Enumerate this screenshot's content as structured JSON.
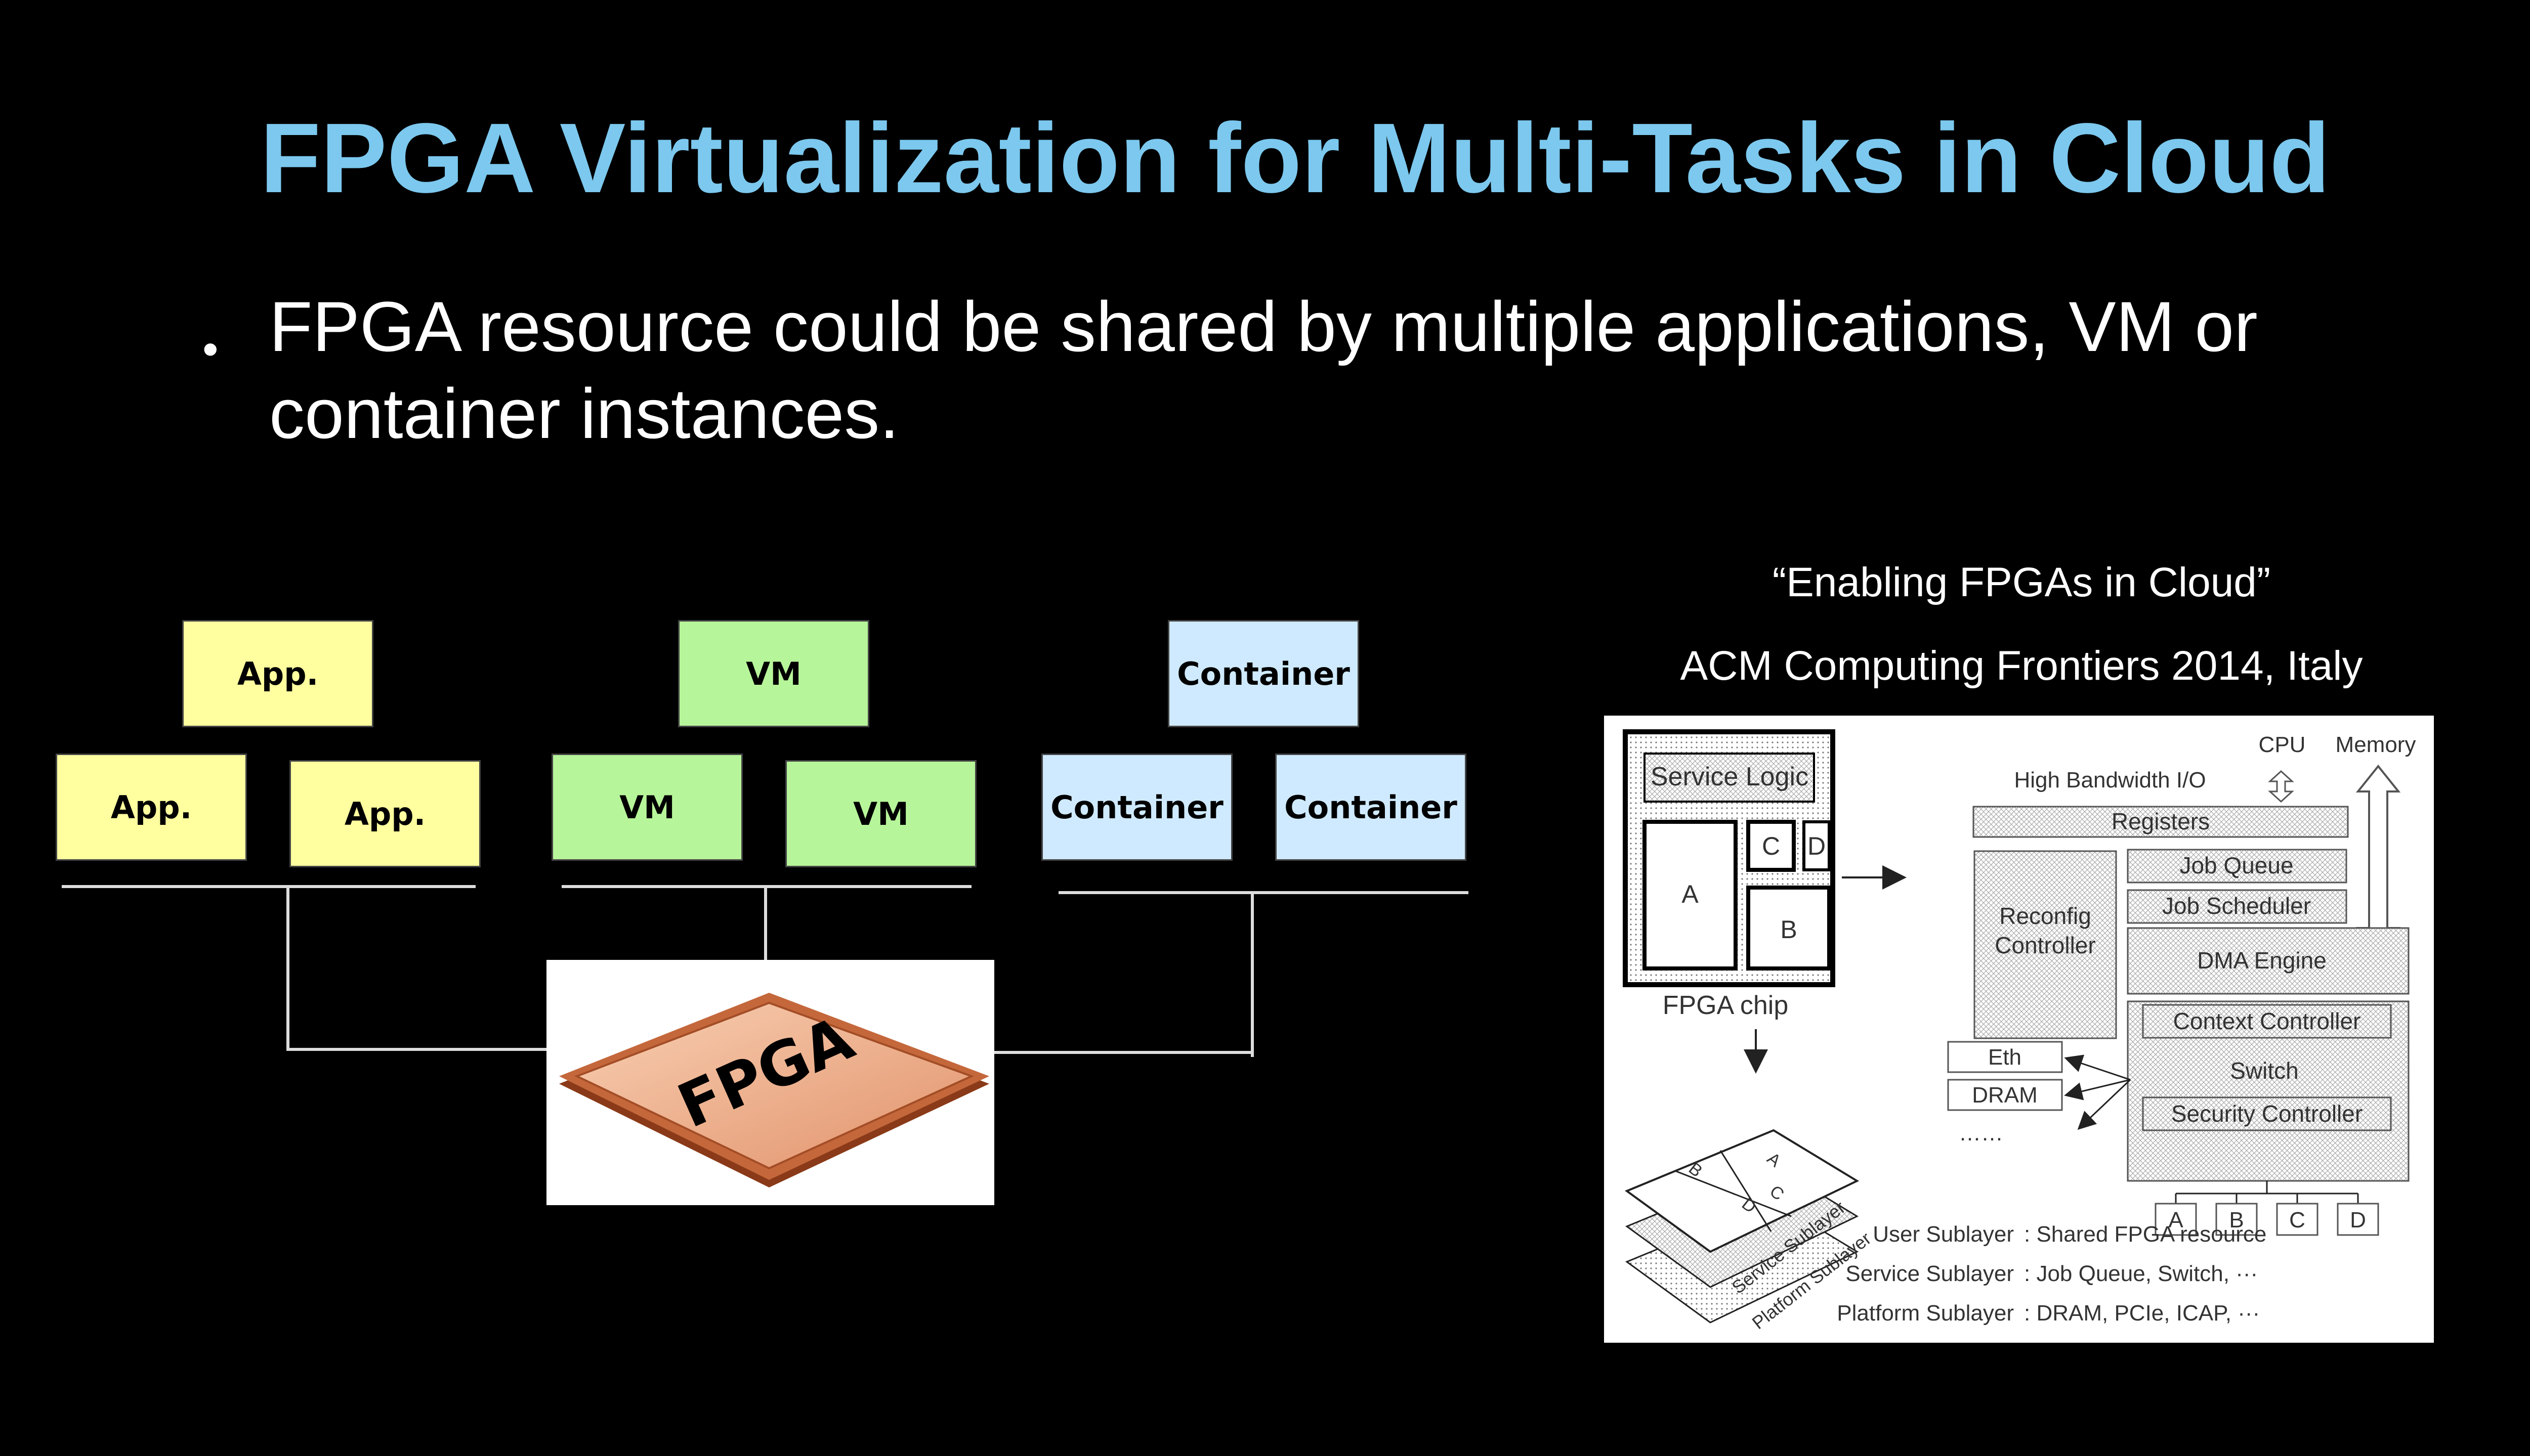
{
  "slide": {
    "title": "FPGA Virtualization for Multi-Tasks in Cloud",
    "bullet": "FPGA resource could be shared by multiple applications, VM or container instances."
  },
  "diagram": {
    "app_label": "App.",
    "vm_label": "VM",
    "container_label": "Container",
    "chip_label": "FPGA"
  },
  "citation": {
    "title": "“Enabling FPGAs in Cloud”",
    "venue": "ACM Computing Frontiers 2014, Italy"
  },
  "reference_figure": {
    "service_logic": "Service Logic",
    "region_a": "A",
    "region_b": "B",
    "region_c": "C",
    "region_d": "D",
    "fpga_chip": "FPGA chip",
    "cpu": "CPU",
    "memory": "Memory",
    "high_bandwidth_io": "High Bandwidth I/O",
    "registers": "Registers",
    "reconfig_controller_1": "Reconfig",
    "reconfig_controller_2": "Controller",
    "job_queue": "Job Queue",
    "job_scheduler": "Job Scheduler",
    "dma_engine": "DMA Engine",
    "context_controller": "Context Controller",
    "switch": "Switch",
    "security_controller": "Security Controller",
    "eth": "Eth",
    "dram": "DRAM",
    "ellipsis": "……",
    "service_sublayer": "Service Sublayer",
    "platform_sublayer": "Platform Sublayer",
    "user_sublayer_label": "User Sublayer",
    "service_sublayer_label": "Service Sublayer",
    "platform_sublayer_label": "Platform Sublayer",
    "user_sublayer_desc": ": Shared FPGA resource",
    "service_sublayer_desc": ": Job Queue, Switch, ···",
    "platform_sublayer_desc": ": DRAM, PCIe, ICAP, ···"
  }
}
